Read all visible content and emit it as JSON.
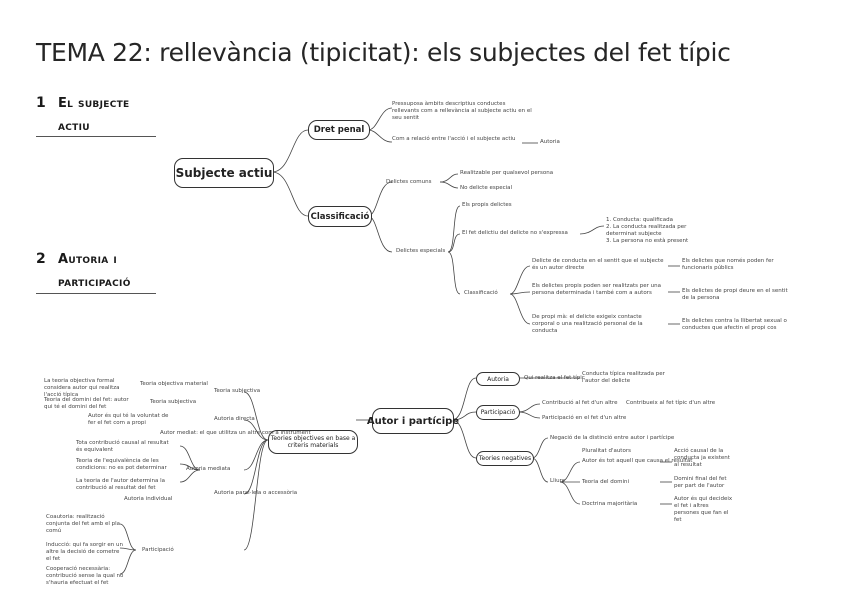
{
  "title": "TEMA 22: rellevància (tipicitat): els subjectes del fet típic",
  "sections": [
    {
      "number": "1",
      "line1": "El subjecte",
      "line2": "actiu"
    },
    {
      "number": "2",
      "line1": "Autoria i",
      "line2": "participació"
    }
  ],
  "map1": {
    "root": "Subjecte actiu",
    "dret_penal": {
      "label": "Dret penal",
      "item1": "Pressuposa àmbits descriptius conductes rellevants com a rellevància al subjecte actiu en el seu sentit",
      "item2": "Com a relació entre l'acció i el subjecte actiu",
      "item2_leaf": "Autoria"
    },
    "classificacio": {
      "label": "Classificació",
      "comuns": "Delictes comuns",
      "comuns_a": "Realitzable per qualsevol persona",
      "comuns_b": "No delicte especial",
      "especials": "Delictes especials",
      "esp_a": "Els propis delictes",
      "esp_b": "El fet delictiu del delicte no s'expressa",
      "esp_b_list": "1. Conducta: qualificada\n2. La conducta realitzada per determinat subjecte\n3. La persona no està present",
      "esp_c": "Classificació",
      "esp_c1": "Delicte de conducta en el sentit que el subjecte és un autor directe",
      "esp_c1_r": "Els delictes que només poden fer funcionaris públics",
      "esp_c2": "Els delictes propis poden ser realitzats per una persona determinada i també com a autors",
      "esp_c2_r": "Els delictes de propi deure en el sentit de la persona",
      "esp_c3": "De propi mà: el delicte exigeix contacte corporal o una realització personal de la conducta",
      "esp_c3_r": "Els delictes contra la llibertat sexual o conductes que afectin el propi cos"
    }
  },
  "map2": {
    "root": "Autor i partícipe",
    "teories": "Teories objectives en base a criteris materials",
    "autoria": {
      "label": "Autoria",
      "text": "Qui realitza el fet típic",
      "r": "Conducta típica realitzada per l'autor del delicte"
    },
    "participacio": {
      "label": "Participació",
      "t1": "Contribució al fet d'un altre",
      "t1r": "Contribueix al fet típic d'un altre",
      "t2": "Participació en el fet d'un altre"
    },
    "negatives": {
      "label": "Teories negatives",
      "t1": "Negació de la distinció entre autor i partícipe",
      "t2": "Pluralitat d'autors",
      "t2a": "Autor és tot aquell que causa el resultat",
      "t2ar": "Acció causal de la conducta ja existent al resultat",
      "t3": "Lliure",
      "t3a": "Teoria del domini",
      "t3ar": "Domini final del fet per part de l'autor",
      "t3b": "Doctrina majoritària",
      "t3br": "Autor és qui decideix el fet i altres persones que fan el fet"
    },
    "left": {
      "a1": "La teoria objectiva formal considera autor qui realitza l'acció típica",
      "a1r": "Teoria objectiva material",
      "a2": "Teoria del domini del fet: autor qui té el domini del fet",
      "a2r": "Teoria subjectiva",
      "b1": "Autor és qui té la voluntat de fer el fet com a propi",
      "b1r": "Teoria subjectiva",
      "c1": "Tota contribució causal al resultat és equivalent",
      "c2": "Teoria de l'equivalència de les condicions: no es pot determinar",
      "c2r": "Autoria directa",
      "c3": "La teoria de l'autor determina la contribució al resultat del fet",
      "c4": "Autor mediat: el que utilitza un altre com a instrument",
      "c4r": "Autoria mediata",
      "d1": "Autoria individual",
      "d2": "Autoria paral·lela o accessòria",
      "e1": "Coautoria: realització conjunta del fet amb el pla comú",
      "e2": "Inducció: qui fa sorgir en un altre la decisió de cometre el fet",
      "e3": "Cooperació necessària: contribució sense la qual no s'hauria efectuat el fet",
      "er": "Participació"
    }
  }
}
